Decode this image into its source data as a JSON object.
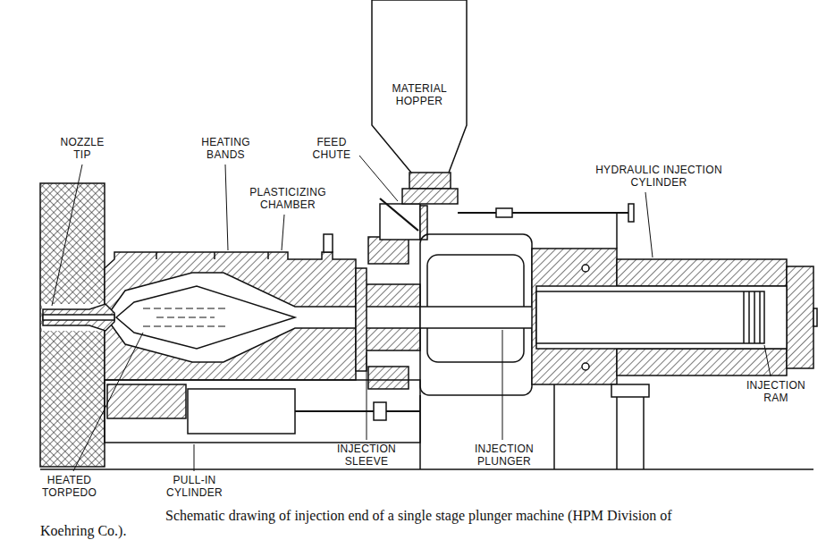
{
  "diagram": {
    "caption": "Schematic drawing of injection end of a single stage plunger machine (HPM Division of Koehring Co.).",
    "nodes": [
      {
        "text": [
          "MATERIAL HOPPER"
        ]
      }
    ],
    "labels": [
      "NOZZLE TIP",
      "HEATING BANDS",
      "FEED CHUTE",
      "PLASTICIZING CHAMBER",
      "HYDRAULIC INJECTION CYLINDER",
      "INJECTION RAM",
      "HEATED TORPEDO",
      "PULL-IN CYLINDER",
      "INJECTION SLEEVE",
      "INJECTION PLUNGER"
    ]
  }
}
